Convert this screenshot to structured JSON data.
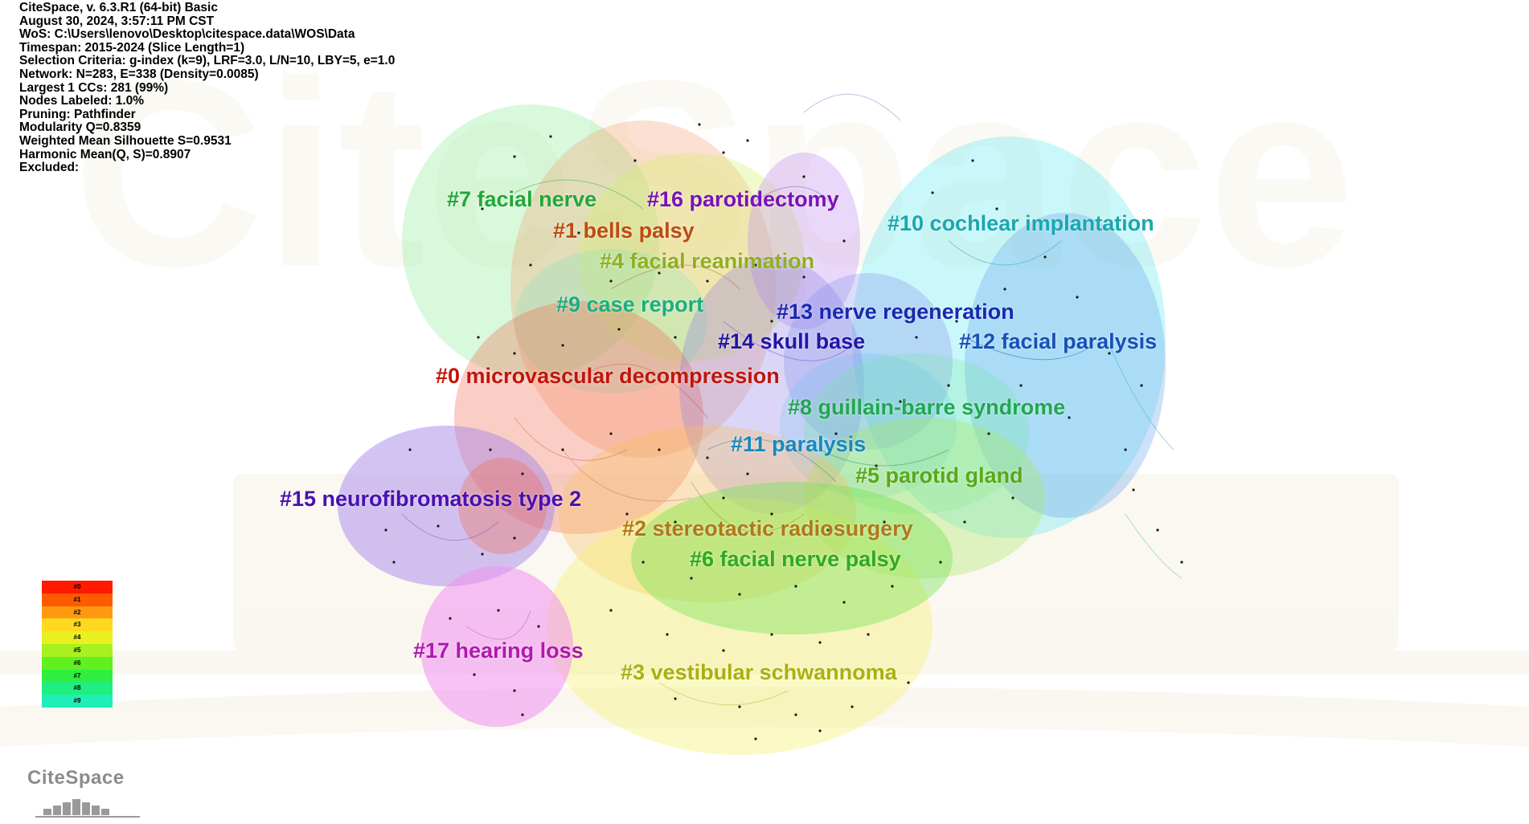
{
  "info": {
    "lines": [
      "CiteSpace, v. 6.3.R1 (64-bit) Basic",
      "August 30, 2024, 3:57:11 PM CST",
      "WoS: C:\\Users\\lenovo\\Desktop\\citespace.data\\WOS\\Data",
      "Timespan: 2015-2024 (Slice Length=1)",
      "Selection Criteria: g-index (k=9), LRF=3.0, L/N=10, LBY=5, e=1.0",
      "Network: N=283, E=338 (Density=0.0085)",
      "Largest 1 CCs: 281 (99%)",
      "Nodes Labeled: 1.0%",
      "Pruning: Pathfinder",
      "Modularity Q=0.8359",
      "Weighted Mean Silhouette S=0.9531",
      "Harmonic Mean(Q, S)=0.8907",
      "Excluded:"
    ]
  },
  "watermark": {
    "text": "CiteSpace"
  },
  "clusters": [
    {
      "label": "#0 microvascular decompression",
      "color": "#c0150c",
      "fill": "#f06a50"
    },
    {
      "label": "#1 bells palsy",
      "color": "#c04a10",
      "fill": "#f49a6a"
    },
    {
      "label": "#2 stereotactic radiosurgery",
      "color": "#b07818",
      "fill": "#f7c060"
    },
    {
      "label": "#3 vestibular schwannoma",
      "color": "#aab010",
      "fill": "#f4f070"
    },
    {
      "label": "#4 facial reanimation",
      "color": "#90b020",
      "fill": "#d8f070"
    },
    {
      "label": "#5 parotid gland",
      "color": "#5aa818",
      "fill": "#a8e860"
    },
    {
      "label": "#6 facial nerve palsy",
      "color": "#2eaa20",
      "fill": "#70e050"
    },
    {
      "label": "#7 facial nerve",
      "color": "#20a838",
      "fill": "#80ec90"
    },
    {
      "label": "#8 guillain-barre syndrome",
      "color": "#20a850",
      "fill": "#70e8a0"
    },
    {
      "label": "#9 case report",
      "color": "#18b080",
      "fill": "#60e8c0"
    },
    {
      "label": "#10 cochlear implantation",
      "color": "#18a8b0",
      "fill": "#60e8f0"
    },
    {
      "label": "#11 paralysis",
      "color": "#1888c0",
      "fill": "#60c0f0"
    },
    {
      "label": "#12 facial paralysis",
      "color": "#1850b8",
      "fill": "#70a8ec"
    },
    {
      "label": "#13 nerve regeneration",
      "color": "#1a28b0",
      "fill": "#8090ec"
    },
    {
      "label": "#14 skull base",
      "color": "#2414a8",
      "fill": "#8878e4"
    },
    {
      "label": "#15 neurofibromatosis type 2",
      "color": "#4a10b0",
      "fill": "#a888e8"
    },
    {
      "label": "#16 parotidectomy",
      "color": "#7a12b8",
      "fill": "#c090f0"
    },
    {
      "label": "#17 hearing loss",
      "color": "#b018b0",
      "fill": "#f090f0"
    }
  ],
  "legend": {
    "items": [
      {
        "label": "#0",
        "color": "#ff1a00"
      },
      {
        "label": "#1",
        "color": "#ff5a00"
      },
      {
        "label": "#2",
        "color": "#ff9a10"
      },
      {
        "label": "#3",
        "color": "#ffd820"
      },
      {
        "label": "#4",
        "color": "#e8f020"
      },
      {
        "label": "#5",
        "color": "#a8f020"
      },
      {
        "label": "#6",
        "color": "#60f020"
      },
      {
        "label": "#7",
        "color": "#30ee40"
      },
      {
        "label": "#8",
        "color": "#20ee80"
      },
      {
        "label": "#9",
        "color": "#20eeb8"
      }
    ]
  },
  "logo": {
    "text": "CiteSpace"
  }
}
